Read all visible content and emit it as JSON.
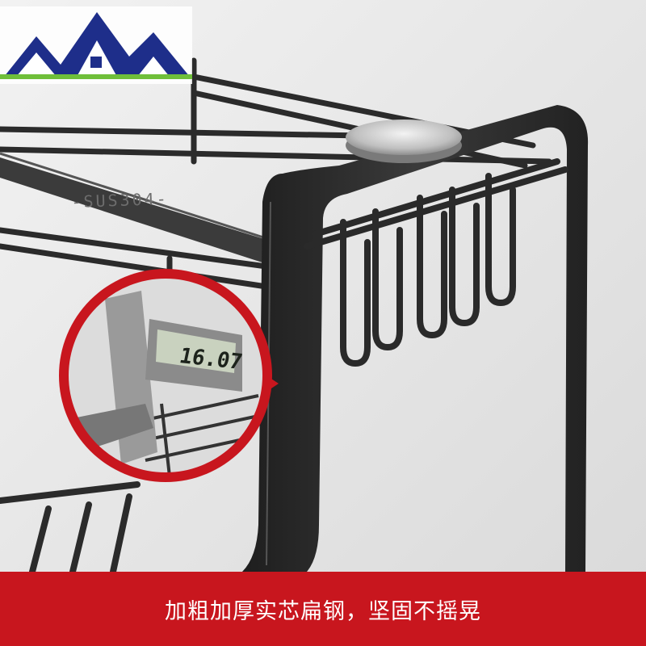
{
  "caption": "加粗加厚实芯扁钢，坚固不摇晃",
  "stamp_text": "-SUS304-",
  "caliper_reading": "16.07",
  "colors": {
    "accent_red": "#c8161e",
    "rack_black": "#2b2b2b",
    "background": "#e9e9e9",
    "logo_blue": "#1e2e8a"
  },
  "icons": [
    "house-logo-icon",
    "coin-icon",
    "caliper-icon"
  ]
}
